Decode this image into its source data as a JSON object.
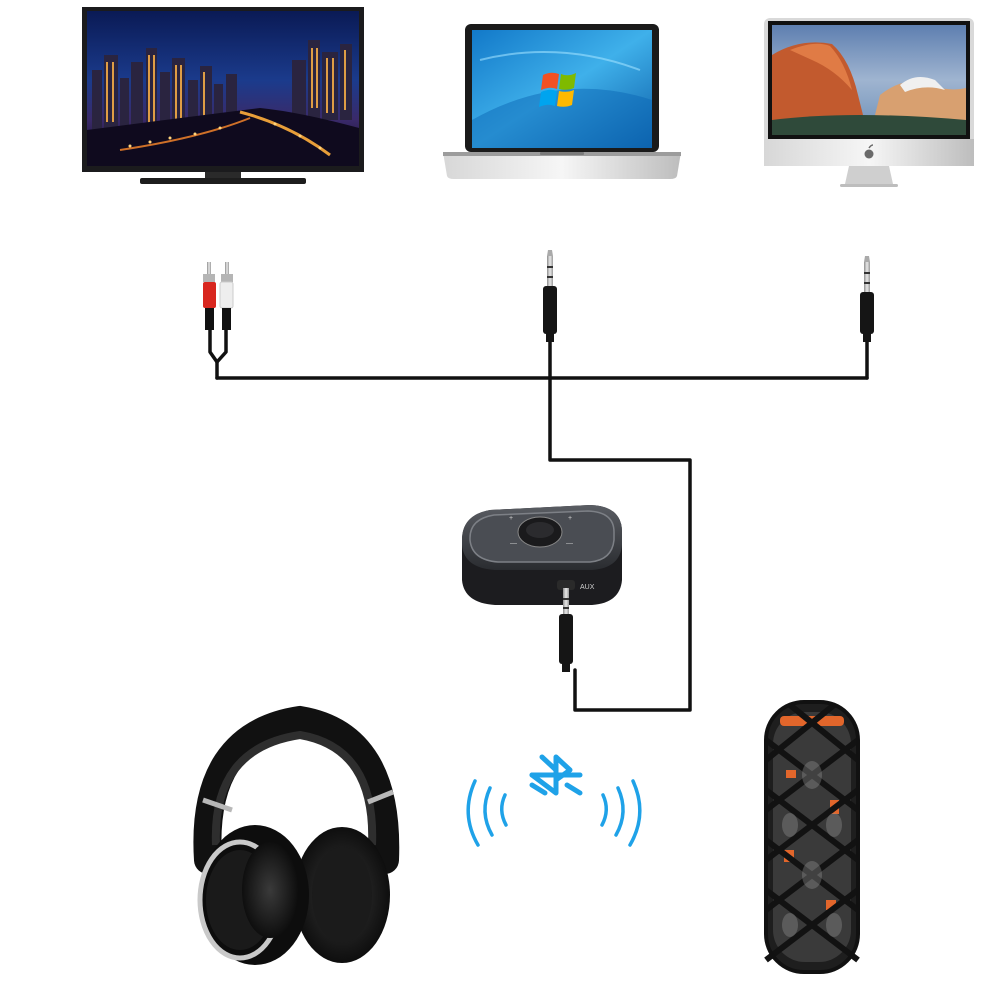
{
  "scene": {
    "sources": [
      {
        "name": "tv",
        "kind": "tv-icon"
      },
      {
        "name": "laptop",
        "kind": "laptop-icon"
      },
      {
        "name": "imac",
        "kind": "imac-icon"
      }
    ],
    "connectors": [
      {
        "name": "rca-connector",
        "kind": "rca-plug-icon"
      },
      {
        "name": "aux-connector-laptop",
        "kind": "jack-plug-icon"
      },
      {
        "name": "aux-connector-imac",
        "kind": "jack-plug-icon"
      }
    ],
    "receiver": {
      "port_label": "AUX"
    },
    "outputs": [
      {
        "name": "headphones",
        "kind": "headphones-icon"
      },
      {
        "name": "speaker",
        "kind": "speaker-icon"
      }
    ],
    "wireless": {
      "symbol": "bluetooth-icon"
    },
    "colors": {
      "cable": "#111111",
      "bluetooth": "#1fa2e8",
      "rca_red": "#d8261e",
      "rca_white": "#e8e8e8",
      "speaker_accent": "#e2662b",
      "device_body": "#2b2b2e"
    }
  }
}
